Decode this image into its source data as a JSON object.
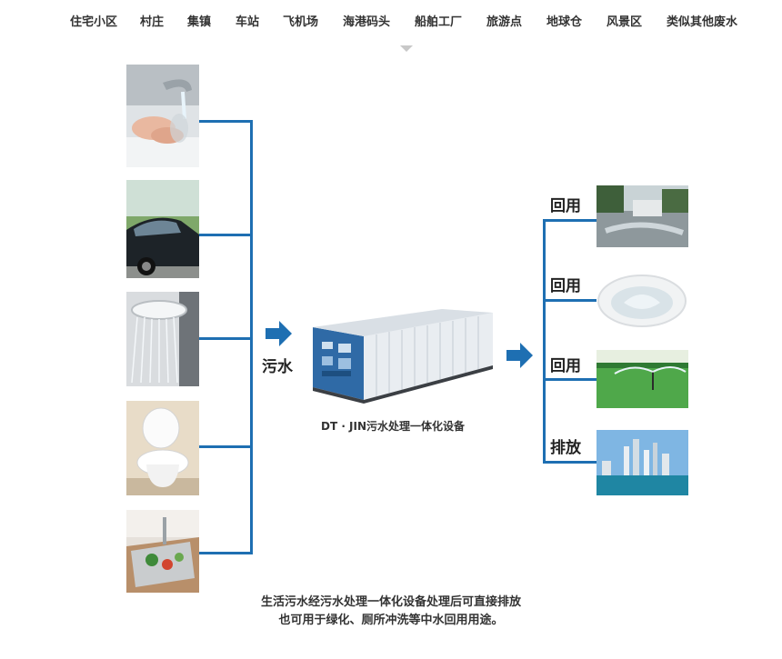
{
  "nav": {
    "items": [
      "住宅小区",
      "村庄",
      "集镇",
      "车站",
      "飞机场",
      "海港码头",
      "船舶工厂",
      "旅游点",
      "地球仓",
      "风景区",
      "类似其他废水"
    ]
  },
  "flow": {
    "input_label": "污水",
    "device_caption": "DT · JIN污水处理一体化设备",
    "outputs": [
      "回用",
      "回用",
      "回用",
      "排放"
    ]
  },
  "footer": {
    "line1": "生活污水经污水处理一体化设备处理后可直接排放",
    "line2": "也可用于绿化、厕所冲洗等中水回用用途。"
  },
  "colors": {
    "accent": "#1e6fb2",
    "text": "#222222"
  }
}
